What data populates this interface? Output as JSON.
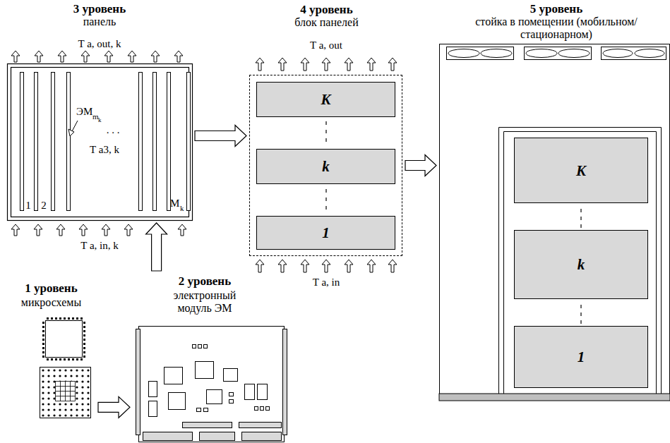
{
  "diagram": {
    "nodes": [
      {
        "text": [
          "3 уровень",
          "панель"
        ]
      },
      {
        "text": [
          "4 уровень",
          "блок панелей"
        ]
      },
      {
        "text": [
          "K"
        ],
        "in": 1
      },
      {
        "text": [
          "k"
        ],
        "in": 1
      },
      {
        "text": [
          "1"
        ],
        "in": 1
      },
      {
        "text": [
          "5 уровень",
          "стойка в помещении (мобильном/стационарном)"
        ]
      },
      {
        "text": [
          "K"
        ],
        "in": 5
      },
      {
        "text": [
          "k"
        ],
        "in": 5
      },
      {
        "text": [
          "1"
        ],
        "in": 5
      },
      {
        "text": [
          "1 уровень",
          "микросхемы"
        ]
      },
      {
        "text": [
          "2 уровень",
          "электронный модуль ЭМ"
        ]
      }
    ],
    "edges": [
      {
        "from": 0,
        "to": 1,
        "arrow": "to"
      },
      {
        "from": 1,
        "to": 5,
        "arrow": "to"
      },
      {
        "from": 9,
        "to": 10,
        "arrow": "to"
      },
      {
        "from": 10,
        "to": 0,
        "arrow": "to"
      }
    ],
    "labels": [
      "T a, out, k",
      "T a3, k",
      "T a, in, k",
      "1",
      "2",
      "M",
      "k",
      "ЭМ",
      "m",
      "k",
      ". . .",
      "T a, out",
      "T a, in"
    ]
  }
}
